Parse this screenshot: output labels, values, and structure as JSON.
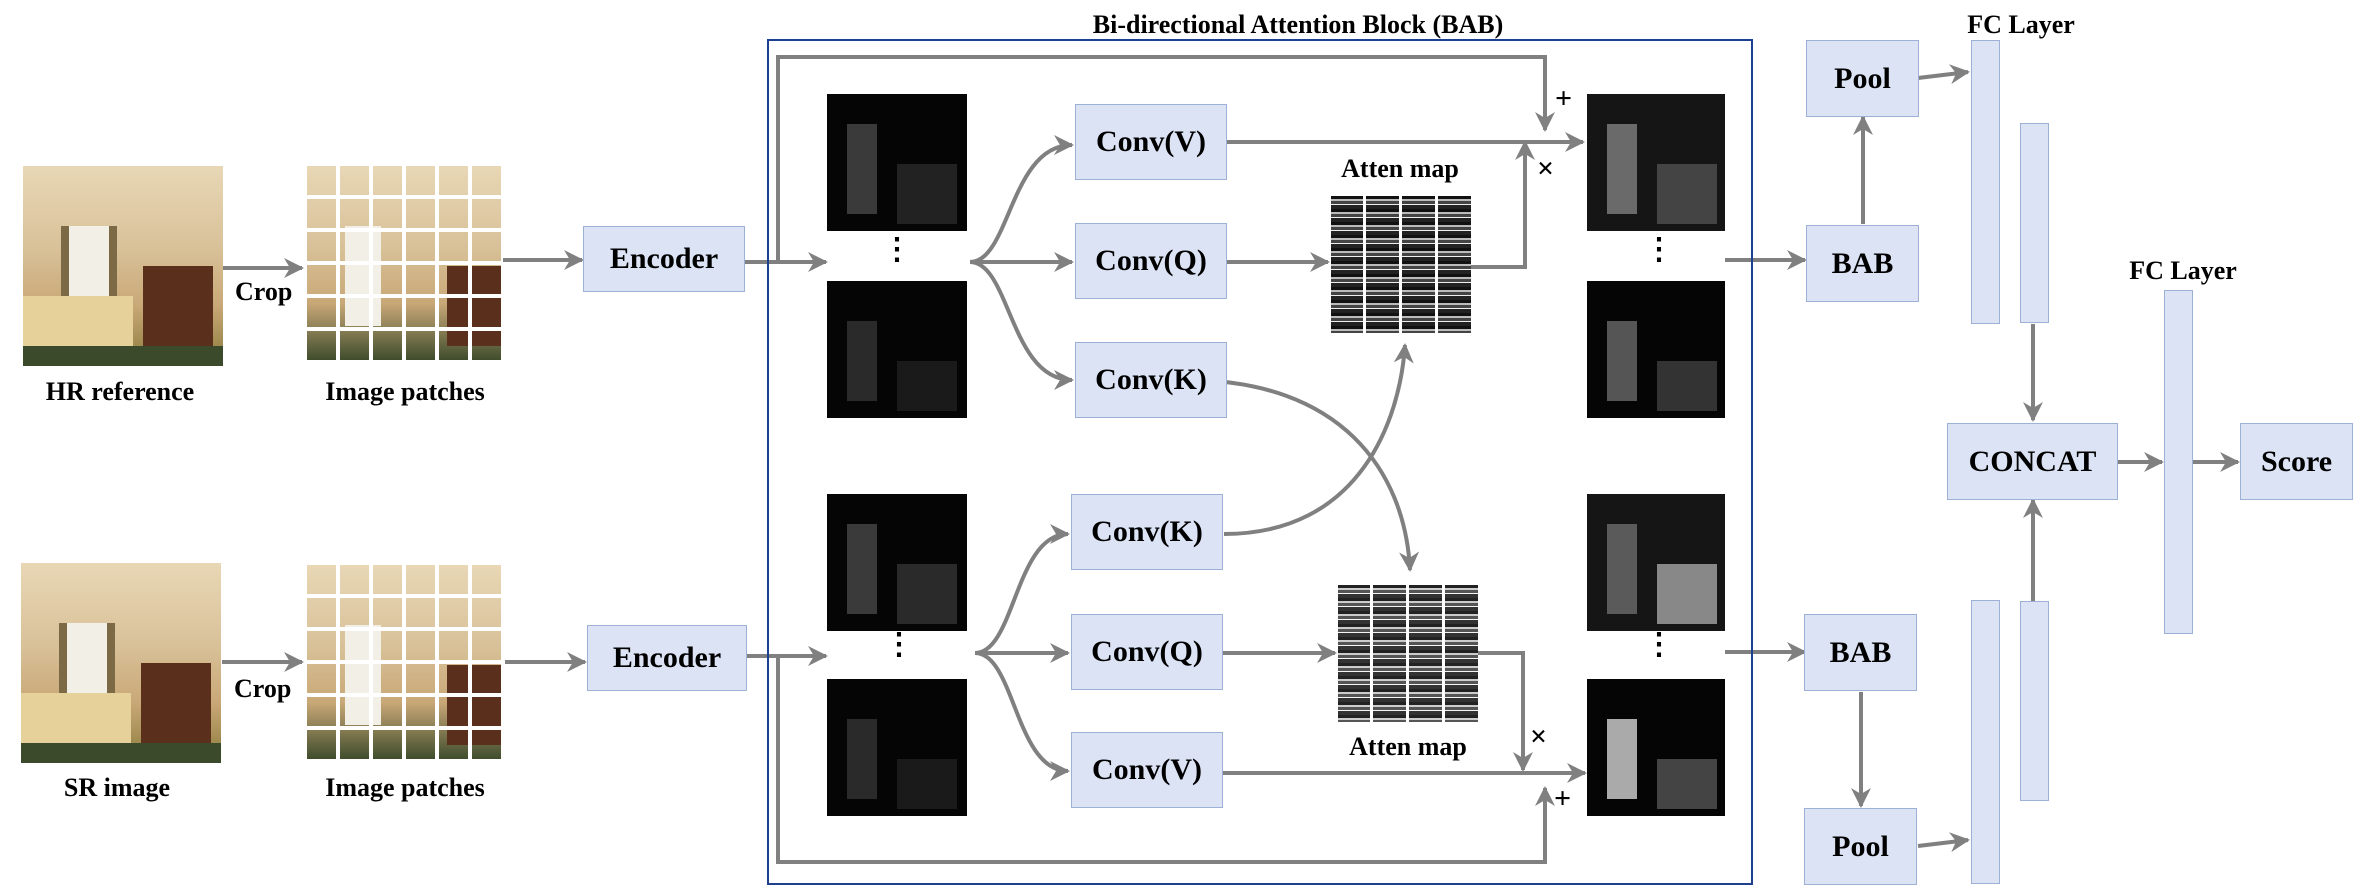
{
  "block": {
    "title": "Bi-directional Attention Block (BAB)"
  },
  "inputs": {
    "hr_label": "HR reference",
    "sr_label": "SR image",
    "patches_label_top": "Image patches",
    "patches_label_bottom": "Image patches",
    "crop_top": "Crop",
    "crop_bottom": "Crop"
  },
  "encoders": {
    "top": "Encoder",
    "bottom": "Encoder"
  },
  "convs": {
    "top_v": "Conv(V)",
    "top_q": "Conv(Q)",
    "top_k": "Conv(K)",
    "bottom_k": "Conv(K)",
    "bottom_q": "Conv(Q)",
    "bottom_v": "Conv(V)"
  },
  "attention": {
    "top_label": "Atten map",
    "bottom_label": "Atten map"
  },
  "ops": {
    "plus": "+",
    "times": "×",
    "dots": "⋮"
  },
  "right": {
    "bab_top": "BAB",
    "bab_bottom": "BAB",
    "pool_top": "Pool",
    "pool_bottom": "Pool",
    "fc_top": "FC Layer",
    "fc_mid": "FC Layer",
    "concat": "CONCAT",
    "score": "Score"
  },
  "colors": {
    "box_fill": "#dbe3f5",
    "box_border": "#9db0d6",
    "arrow": "#808080",
    "frame": "#1f3f8f"
  },
  "icons": [
    "arrow-icon",
    "plus-icon",
    "times-icon",
    "vertical-ellipsis-icon"
  ]
}
